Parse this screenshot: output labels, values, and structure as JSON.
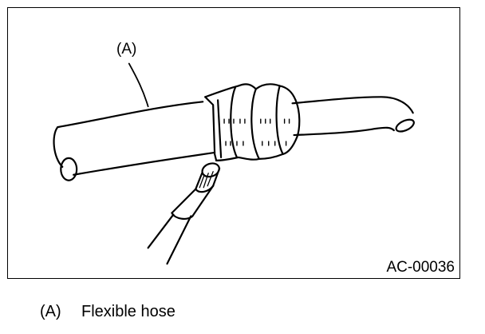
{
  "figure": {
    "callout_label": "(A)",
    "figure_code": "AC-00036"
  },
  "legend": [
    {
      "key": "(A)",
      "text": "Flexible hose"
    }
  ]
}
